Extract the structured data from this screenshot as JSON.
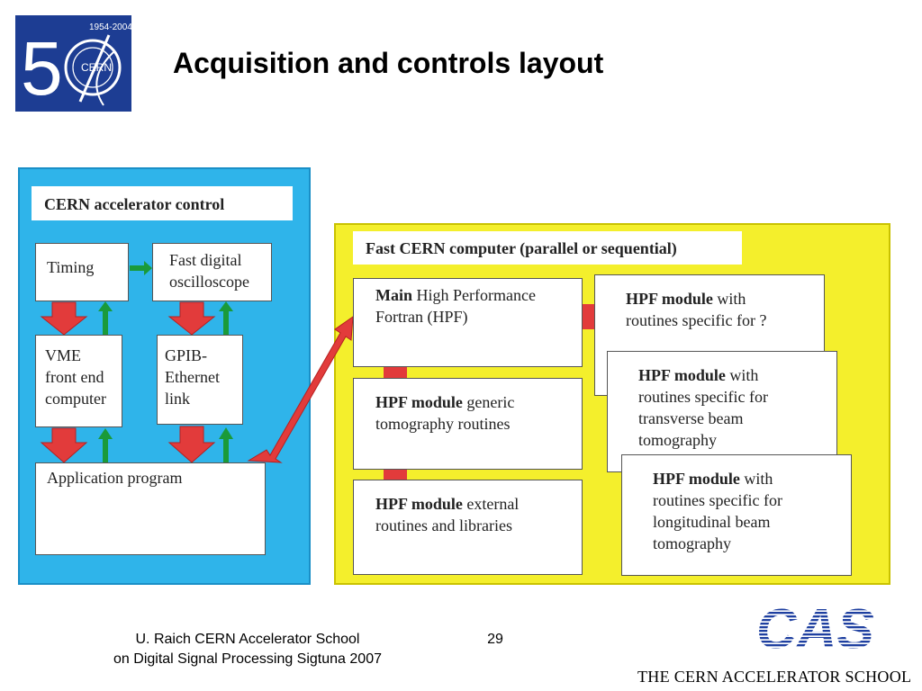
{
  "header": {
    "logo_years": "1954-2004",
    "logo_org": "CERN",
    "title": "Acquisition and controls layout"
  },
  "diagram": {
    "control_label": "CERN accelerator control",
    "fast_label": "Fast CERN computer (parallel or sequential)",
    "timing": "Timing",
    "oscilloscope": [
      "Fast digital",
      "oscilloscope"
    ],
    "vme": [
      "VME",
      "front end",
      "computer"
    ],
    "gpib": [
      "GPIB-",
      "Ethernet",
      "link"
    ],
    "application": "Application program",
    "main_hpf": {
      "bold": "Main",
      "rest": " High Performance",
      "line2": "Fortran  (HPF)"
    },
    "generic": {
      "bold": "HPF module",
      "rest": " generic",
      "line2": "tomography routines"
    },
    "external": {
      "bold": "HPF module",
      "rest": " external",
      "line2": "routines and libraries"
    },
    "hpf_q": {
      "bold": "HPF module",
      "rest": " with",
      "line2": "routines specific for ?"
    },
    "hpf_trans": {
      "bold": "HPF module",
      "rest": " with",
      "line2": "routines specific for",
      "line3": "transverse beam",
      "line4": "tomography"
    },
    "hpf_long": {
      "bold": "HPF module",
      "rest": " with",
      "line2": "routines specific for",
      "line3": "longitudinal beam",
      "line4": "tomography"
    }
  },
  "footer": {
    "author_line1": "U. Raich  CERN Accelerator School",
    "author_line2": "on Digital Signal Processing  Sigtuna 2007",
    "page_number": "29",
    "cas_logo": "CAS",
    "cas_school": "THE CERN ACCELERATOR SCHOOL"
  },
  "colors": {
    "blue_panel": "#2fb4ea",
    "yellow_panel": "#f4ef2c",
    "red_arrow": "#e23b3b",
    "green_arrow": "#1a9a3a",
    "cern_logo_bg": "#1d3d93",
    "cas_blue": "#1e3fa0"
  }
}
